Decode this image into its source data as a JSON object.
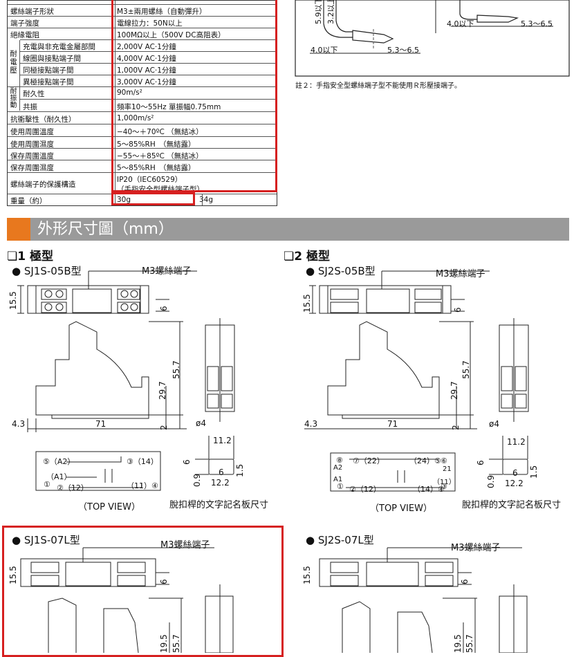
{
  "specs": {
    "rows": [
      {
        "label": "螺絲端子形狀",
        "value": "M3±兩用螺絲（自動彈升）"
      },
      {
        "label": "端子強度",
        "value": "電線拉力：50N以上"
      },
      {
        "label": "絕緣電阻",
        "value": "100MΩ以上（500V DC高阻表）"
      },
      {
        "label": "充電與非充電金屬部間",
        "value": "2,000V AC·1分鐘"
      },
      {
        "label": "線圈與接點端子間",
        "value": "4,000V AC·1分鐘"
      },
      {
        "label": "同極接點端子間",
        "value": "1,000V AC·1分鐘"
      },
      {
        "label": "異極接點端子間",
        "value": "3,000V AC·1分鐘"
      },
      {
        "label": "耐久性",
        "value": "90m/s²"
      },
      {
        "label": "共振",
        "value": "頻率10～55Hz 單振幅0.75mm"
      },
      {
        "label": "抗衝擊性（耐久性）",
        "value": "1,000m/s²"
      },
      {
        "label": "使用周圍溫度",
        "value": "−40～＋70ºC （無結冰）"
      },
      {
        "label": "使用周圍濕度",
        "value": "5～85%RH　（無結露）"
      },
      {
        "label": "保存周圍溫度",
        "value": "−55～＋85ºC （無結冰）"
      },
      {
        "label": "保存周圍濕度",
        "value": "5～85%RH　（無結露）"
      },
      {
        "label": "螺絲端子的保護構造",
        "value": "IP20（IEC60529）",
        "value2": "（手指安全型螺絲端子型）"
      }
    ],
    "group_voltage": "耐電壓",
    "group_vibration": "耐振動",
    "weight_label": "重量（約）",
    "weight_1": "30g",
    "weight_2": "34g"
  },
  "note": "註２：手指安全型螺絲端子型不能使用Ｒ形壓接端子。",
  "top_dims": {
    "d1": "5.9以下",
    "d2": "3.2以上",
    "d3": "4.0以下",
    "d4": "5.3～6.5",
    "d5": "4.0以下",
    "d6": "5.3～6.5"
  },
  "section_title": "外形尺寸圖（mm）",
  "pole1": {
    "heading": "❏1 極型"
  },
  "pole2": {
    "heading": "❏2 極型"
  },
  "dwg": {
    "m3": "M3螺絲端子",
    "w155": "15.5",
    "w6": "6",
    "h557": "55.7",
    "h297": "29.7",
    "h2": "2",
    "w43": "4.3",
    "w71": "71",
    "phi4": "ø4",
    "p112": "11.2",
    "p6": "6",
    "p09": "0.9",
    "p6b": "6",
    "p15": "1.5",
    "p122": "12.2",
    "topview": "（TOP VIEW）",
    "nameplate": "脫扣桿的文字記名板尺寸",
    "h195": "19.5"
  },
  "m1": {
    "model": "● SJ1S-05B型",
    "pins": [
      "⑤（A2）",
      "③（14）",
      "（A1）",
      "①",
      "②（12）",
      "（11）④"
    ]
  },
  "m2": {
    "model": "● SJ2S-05B型",
    "pins": [
      "⑧",
      "⑦（22）",
      "（24）⑤",
      "⑥",
      "A2",
      "21",
      "A1",
      "（11）",
      "①",
      "②（12）",
      "（14）④",
      "③"
    ]
  },
  "m3": {
    "model": "● SJ1S-07L型"
  },
  "m4": {
    "model": "● SJ2S-07L型"
  }
}
